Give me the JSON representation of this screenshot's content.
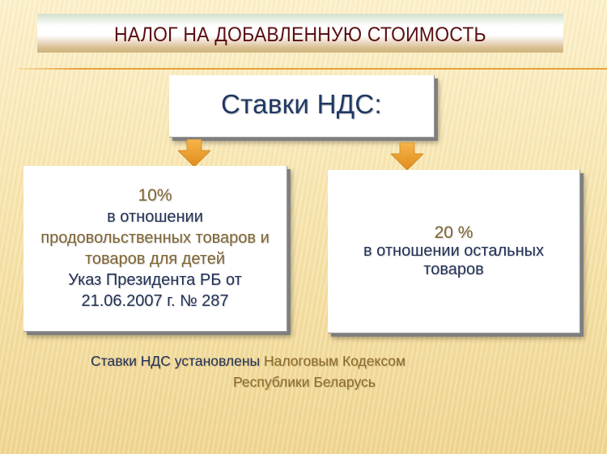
{
  "slide": {
    "title": "НАЛОГ НА ДОБАВЛЕННУЮ СТОИМОСТЬ",
    "main_box": {
      "text": "Ставки  НДС:"
    },
    "left_box": {
      "rate": "10%",
      "line1": "в отношении",
      "line2": "продовольственных товаров и",
      "line3": "товаров для детей",
      "line4": "Указ Президента РБ от",
      "line5": "21.06.2007 г. № 287"
    },
    "right_box": {
      "rate": "20 %",
      "line1": "в отношении остальных",
      "line2": "товаров"
    },
    "footer": {
      "part_a": "Ставки НДС установлены ",
      "part_b": " Налоговым Кодексом",
      "line2": "Республики Беларусь"
    },
    "icons": {
      "arrow_left": "arrow-down-icon",
      "arrow_right": "arrow-down-icon"
    },
    "colors": {
      "title": "#5a0f13",
      "main_text": "#1f3864",
      "accent_brown": "#7f6432",
      "dark_text": "#1f2f55",
      "arrow": "#f0a030",
      "rule": "#e8a23a",
      "background": "#f9e8b4"
    }
  }
}
